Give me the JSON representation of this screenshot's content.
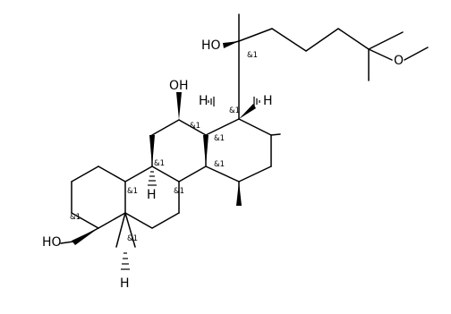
{
  "molecule": {
    "atom_labels": {
      "oh_c20": "HO",
      "oh_c12": "OH",
      "oh_c3": "HO",
      "o_ether": "O",
      "h_c17": "H",
      "h_c13": "H",
      "h_c9": "H",
      "h_c5": "H"
    },
    "stereo_label": "&1",
    "colors": {
      "ink": "#000000",
      "background": "#ffffff"
    }
  }
}
